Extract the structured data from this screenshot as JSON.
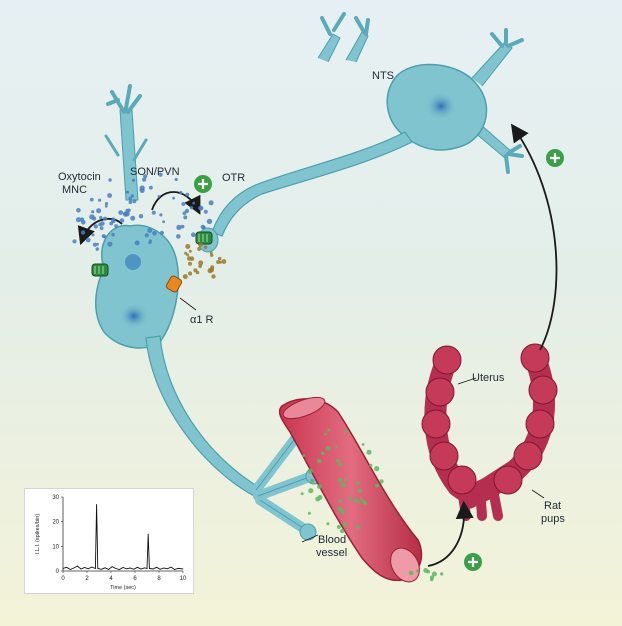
{
  "labels": {
    "nts": "NTS",
    "oxytocin_mnc_line1": "Oxytocin",
    "oxytocin_mnc_line2": "MNC",
    "son_pvn": "SON/PVN",
    "otr": "OTR",
    "alpha_receptor": "α1 R",
    "uterus": "Uterus",
    "rat_pups_line1": "Rat",
    "rat_pups_line2": "pups",
    "blood_vessel_line1": "Blood",
    "blood_vessel_line2": "vessel"
  },
  "inset_chart": {
    "ylabel": "I.L.I. (spikes/bin)",
    "xlabel": "Time (sec)",
    "y_ticks": [
      "30",
      "20",
      "10",
      "0"
    ],
    "x_ticks": [
      "0",
      "2",
      "4",
      "6",
      "8",
      "10"
    ]
  },
  "chart_data": {
    "type": "line",
    "x": [
      0,
      0.3,
      0.6,
      0.9,
      1.2,
      1.5,
      1.8,
      2.1,
      2.4,
      2.7,
      2.8,
      2.9,
      3.2,
      3.5,
      3.8,
      4.1,
      4.4,
      4.7,
      5.0,
      5.3,
      5.6,
      5.9,
      6.2,
      6.5,
      6.8,
      7.0,
      7.1,
      7.2,
      7.5,
      7.8,
      8.1,
      8.4,
      8.7,
      9.0,
      9.3,
      9.6,
      10.0
    ],
    "y": [
      1,
      1.5,
      0.6,
      1.2,
      2,
      0.8,
      1.4,
      0.9,
      1.6,
      1,
      27,
      1,
      0.7,
      1.3,
      0.6,
      1.8,
      1,
      0.6,
      1.4,
      0.9,
      1.2,
      0.7,
      1.5,
      0.8,
      1.3,
      1,
      15,
      1,
      0.8,
      1.5,
      0.7,
      1.2,
      0.9,
      1.6,
      0.6,
      1.1,
      0.8
    ],
    "xlabel": "Time (sec)",
    "ylabel": "I.L.I. (spikes/bin)",
    "xlim": [
      0,
      10
    ],
    "ylim": [
      0,
      30
    ]
  },
  "colors": {
    "neuron_fill": "#7fc4cf",
    "neuron_edge": "#4d9fad",
    "nucleus": "#3f8ec0",
    "vessel": "#d9475e",
    "uterus": "#b52e50",
    "positive_sign": "#3aa045",
    "granule_blue": "#4a7fc0",
    "granule_brown": "#9a7a2c",
    "granule_green": "#5bb860"
  },
  "icons": [
    "plus-circle-icon",
    "arrow-icon"
  ]
}
